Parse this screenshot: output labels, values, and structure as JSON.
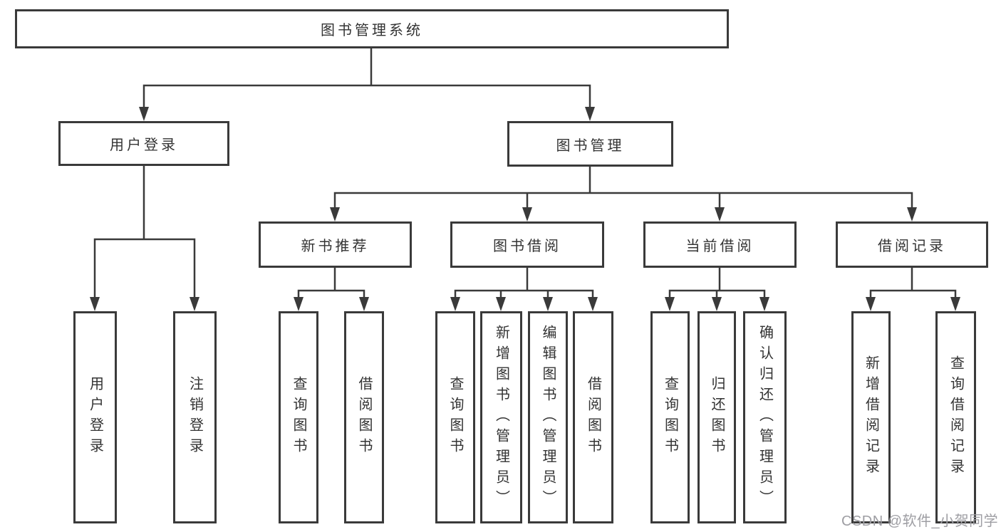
{
  "tree": {
    "root": "图书管理系统",
    "branches": [
      {
        "label": "用户登录",
        "leaves": [
          "用户登录",
          "注销登录"
        ]
      },
      {
        "label": "图书管理",
        "groups": [
          {
            "label": "新书推荐",
            "leaves": [
              "查询图书",
              "借阅图书"
            ]
          },
          {
            "label": "图书借阅",
            "leaves": [
              "查询图书",
              "新增图书（管理员）",
              "编辑图书（管理员）",
              "借阅图书"
            ]
          },
          {
            "label": "当前借阅",
            "leaves": [
              "查询图书",
              "归还图书",
              "确认归还（管理员）"
            ]
          },
          {
            "label": "借阅记录",
            "leaves": [
              "新增借阅记录",
              "查询借阅记录"
            ]
          }
        ]
      }
    ]
  },
  "watermark": "CSDN @软件_小贺同学",
  "colors": {
    "line": "#3a3a3a",
    "text": "#333333",
    "watermark": "#9e9ea3",
    "background": "#ffffff"
  }
}
